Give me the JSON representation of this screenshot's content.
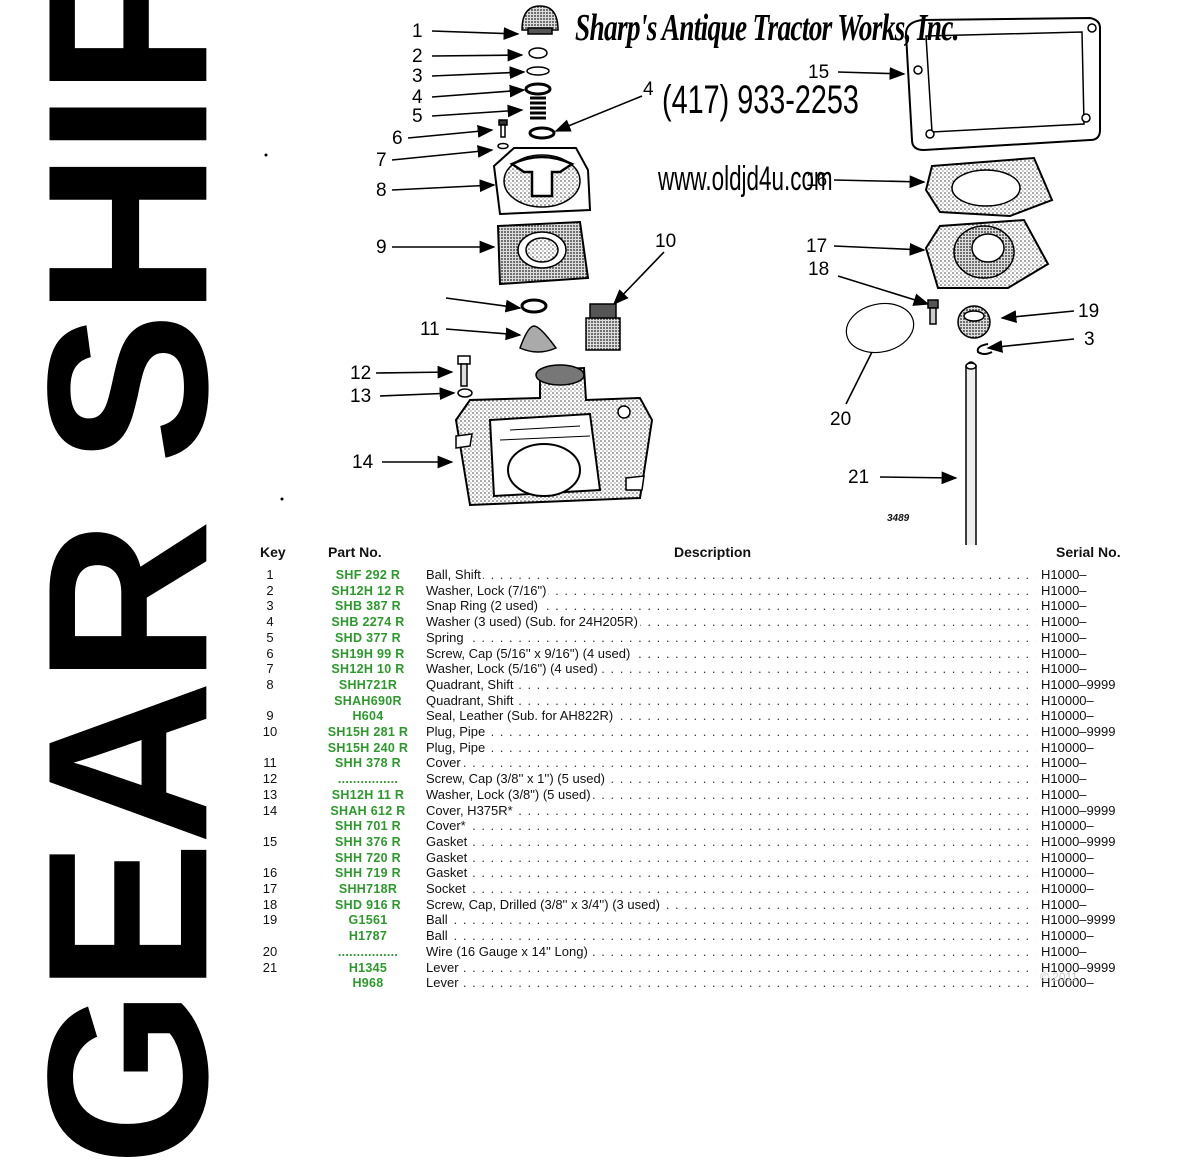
{
  "side_title": "GEAR SHIFT",
  "brand": {
    "name": "Sharp's Antique Tractor Works, Inc.",
    "phone": "(417) 933-2253",
    "website": "www.oldjd4u.com"
  },
  "diagram": {
    "figure_number": "3489",
    "callouts": [
      "1",
      "2",
      "3",
      "4",
      "5",
      "4",
      "6",
      "7",
      "8",
      "9",
      "10",
      "11",
      "12",
      "13",
      "14",
      "15",
      "16",
      "17",
      "18",
      "19",
      "3",
      "20",
      "21"
    ]
  },
  "table": {
    "headers": {
      "key": "Key",
      "part": "Part No.",
      "description": "Description",
      "serial": "Serial No."
    },
    "rows": [
      {
        "key": "1",
        "part": "SHF 292 R",
        "description": "Ball, Shift",
        "serial": "H1000–"
      },
      {
        "key": "2",
        "part": "SH12H 12 R",
        "description": "Washer, Lock (7/16\")",
        "serial": "H1000–"
      },
      {
        "key": "3",
        "part": "SHB 387 R",
        "description": "Snap Ring (2 used)",
        "serial": "H1000–"
      },
      {
        "key": "4",
        "part": "SHB 2274 R",
        "description": "Washer (3 used) (Sub. for 24H205R)",
        "serial": "H1000–"
      },
      {
        "key": "5",
        "part": "SHD 377 R",
        "description": "Spring",
        "serial": "H1000–"
      },
      {
        "key": "6",
        "part": "SH19H 99 R",
        "description": "Screw, Cap (5/16'' x 9/16'') (4 used)",
        "serial": "H1000–"
      },
      {
        "key": "7",
        "part": "SH12H 10 R",
        "description": "Washer, Lock (5/16\") (4 used)",
        "serial": "H1000–"
      },
      {
        "key": "8",
        "part": "SHH721R",
        "description": "Quadrant, Shift",
        "serial": "H1000–9999"
      },
      {
        "key": "",
        "part": "SHAH690R",
        "description": "Quadrant, Shift",
        "serial": "H10000–"
      },
      {
        "key": "9",
        "part": "H604",
        "description": "Seal, Leather (Sub. for AH822R)",
        "serial": "H10000–"
      },
      {
        "key": "10",
        "part": "SH15H 281 R",
        "description": "Plug, Pipe",
        "serial": "H1000–9999"
      },
      {
        "key": "",
        "part": "SH15H 240 R",
        "description": "Plug, Pipe",
        "serial": "H10000–"
      },
      {
        "key": "11",
        "part": "SHH 378 R",
        "description": "Cover",
        "serial": "H1000–"
      },
      {
        "key": "12",
        "part": "................",
        "description": "Screw, Cap (3/8'' x 1'') (5 used)",
        "serial": "H1000–"
      },
      {
        "key": "13",
        "part": "SH12H 11 R",
        "description": "Washer, Lock (3/8\") (5 used)",
        "serial": "H1000–"
      },
      {
        "key": "14",
        "part": "SHAH 612 R",
        "description": "Cover, H375R*",
        "serial": "H1000–9999"
      },
      {
        "key": "",
        "part": "SHH 701 R",
        "description": "Cover*",
        "serial": "H10000–"
      },
      {
        "key": "15",
        "part": "SHH 376 R",
        "description": "Gasket",
        "serial": "H1000–9999"
      },
      {
        "key": "",
        "part": "SHH 720 R",
        "description": "Gasket",
        "serial": "H10000–"
      },
      {
        "key": "16",
        "part": "SHH 719 R",
        "description": "Gasket",
        "serial": "H10000–"
      },
      {
        "key": "17",
        "part": "SHH718R",
        "description": "Socket",
        "serial": "H10000–"
      },
      {
        "key": "18",
        "part": "SHD 916 R",
        "description": "Screw, Cap, Drilled (3/8'' x 3/4'') (3 used)",
        "serial": "H1000–"
      },
      {
        "key": "19",
        "part": "G1561",
        "description": "Ball",
        "serial": "H1000–9999"
      },
      {
        "key": "",
        "part": "H1787",
        "description": "Ball",
        "serial": "H10000–"
      },
      {
        "key": "20",
        "part": "................",
        "description": "Wire (16 Gauge x 14'' Long)",
        "serial": "H1000–"
      },
      {
        "key": "21",
        "part": "H1345",
        "description": "Lever",
        "serial": "H1000–9999"
      },
      {
        "key": "",
        "part": "H968",
        "description": "Lever",
        "serial": "H10000–"
      }
    ]
  },
  "footer": {
    "copyright": "© 2011"
  },
  "colors": {
    "part_number": "#2b9a2b",
    "ink": "#111111"
  }
}
